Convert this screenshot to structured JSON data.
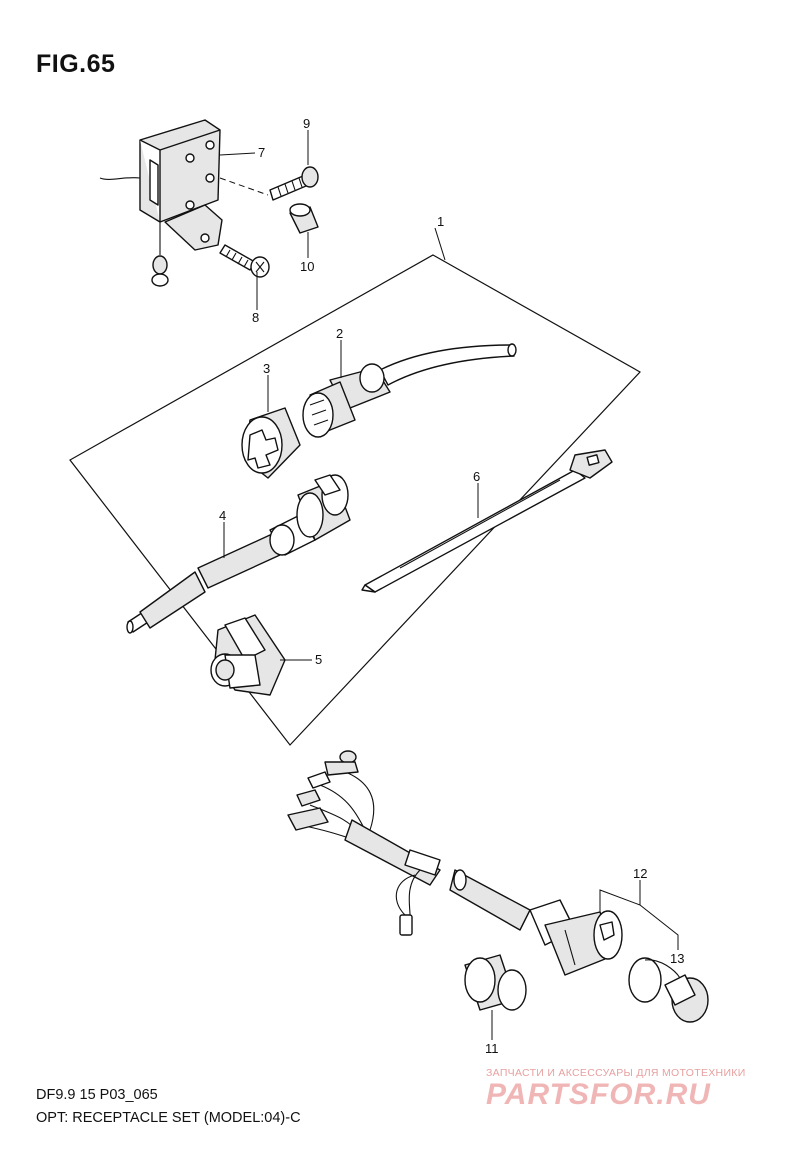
{
  "figure": {
    "title": "FIG.65",
    "code": "DF9.9 15 P03_065",
    "description": "OPT: RECEPTACLE SET (MODEL:04)-C"
  },
  "callouts": [
    "1",
    "2",
    "3",
    "4",
    "5",
    "6",
    "7",
    "8",
    "9",
    "10",
    "11",
    "12",
    "13"
  ],
  "watermark": {
    "tagline": "ЗАПЧАСТИ И АКСЕССУАРЫ ДЛЯ МОТОТЕХНИКИ",
    "logo": "PARTSFOR.RU"
  }
}
